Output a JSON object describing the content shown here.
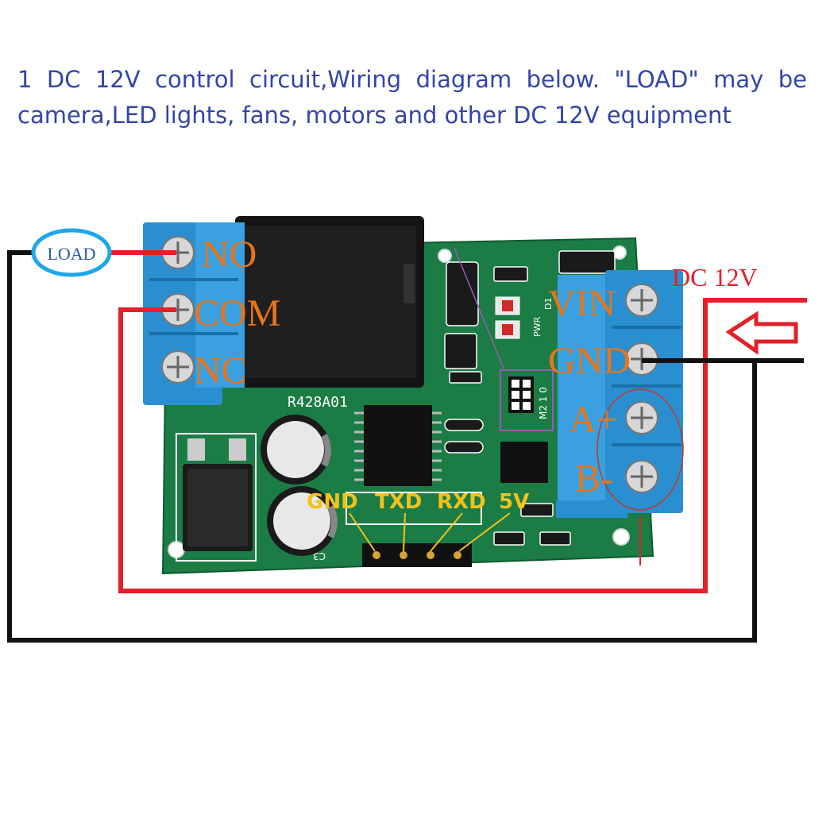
{
  "caption": {
    "line1": "1 DC 12V control circuit,Wiring diagram below. \"LOAD\" may be",
    "line2": "camera,LED lights, fans, motors and other DC 12V equipment"
  },
  "load_label": "LOAD",
  "relay_terminals": {
    "no": "NO",
    "com": "COM",
    "nc": "NC"
  },
  "power_terminals": {
    "vin": "VIN",
    "gnd": "GND",
    "a": "A+",
    "b": "B-"
  },
  "power_input_label": "DC 12V",
  "board_silkscreen": "R428A01",
  "uart_pins": {
    "gnd": "GND",
    "txd": "TXD",
    "rxd": "RXD",
    "v5": "5V"
  },
  "silk_small": {
    "pwr": "PWR",
    "d1": "D1",
    "m210": "M2 1 0",
    "c3": "C3"
  },
  "colors": {
    "wire_red": "#e3202a",
    "wire_black": "#111111",
    "terminal_blue": "#2a8fd0",
    "board_green": "#1b7c45",
    "label_orange": "#e8751a",
    "uart_yellow": "#f2c21b",
    "load_ring": "#1ea7e8",
    "caption_text": "#3344aa"
  },
  "icons": {
    "input_arrow": "arrow-left-outline-icon"
  }
}
